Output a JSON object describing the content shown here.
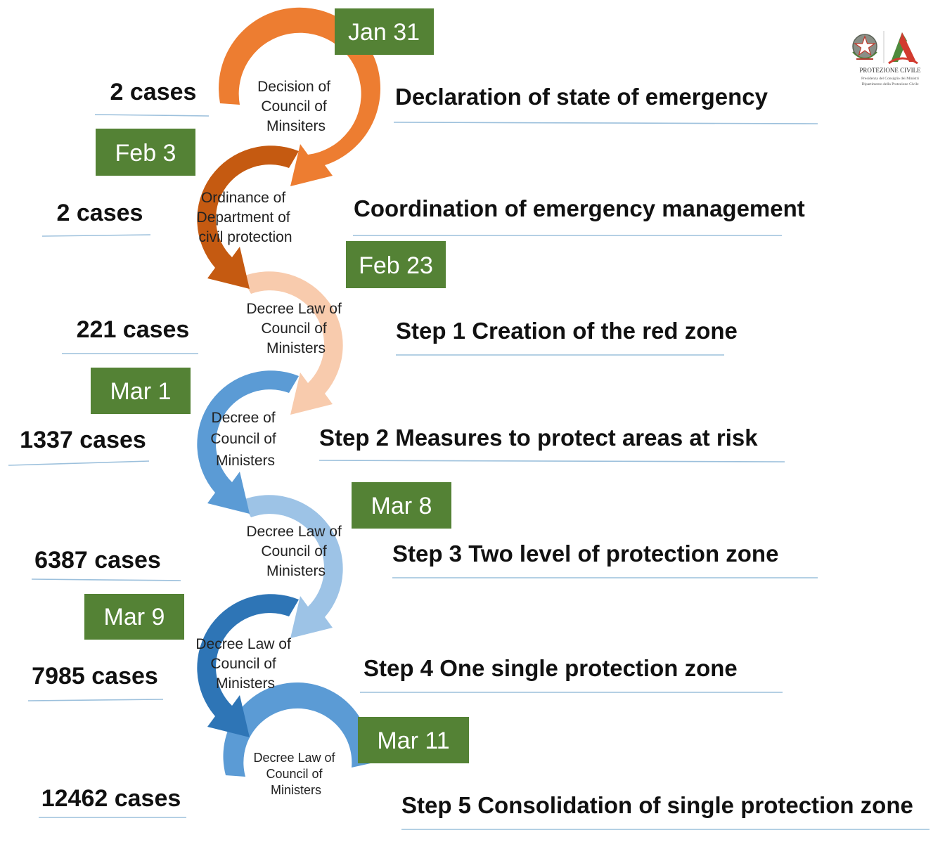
{
  "logo": {
    "caption": "PROTEZIONE CIVILE",
    "sub_line_1": "Presidenza del Consiglio dei Ministri",
    "sub_line_2": "Dipartimento della Protezione Civile"
  },
  "steps": [
    {
      "date": "Jan 31",
      "cases": "2 cases",
      "inner": [
        "Decision of",
        "Council of",
        "Minsiters"
      ],
      "title": "Declaration of state of emergency",
      "color": "#ED7D31"
    },
    {
      "date": "Feb 3",
      "cases": "2 cases",
      "inner": [
        "Ordinance of",
        "Department of",
        "civil protection"
      ],
      "title": "Coordination of emergency management",
      "color": "#C55A11"
    },
    {
      "date": "Feb 23",
      "cases": "221 cases",
      "inner": [
        "Decree Law of",
        "Council of",
        "Ministers"
      ],
      "title": "Step 1 Creation of the red zone",
      "color": "#F8CBAD"
    },
    {
      "date": "Mar 1",
      "cases": "1337 cases",
      "inner": [
        "Decree of",
        "Council of",
        "Ministers"
      ],
      "title": "Step 2 Measures to protect  areas at risk",
      "color": "#5B9BD5"
    },
    {
      "date": "Mar  8",
      "cases": "6387 cases",
      "inner": [
        "Decree Law of",
        "Council of",
        "Ministers"
      ],
      "title": "Step 3 Two level of protection zone",
      "color": "#9DC3E6"
    },
    {
      "date": "Mar 9",
      "cases": "7985 cases",
      "inner": [
        "Decree Law of",
        "Council of",
        "Ministers"
      ],
      "title": "Step 4 One single protection zone",
      "color": "#2E75B6"
    },
    {
      "date": "Mar 11",
      "cases": "12462 cases",
      "inner": [
        "Decree Law of",
        "Council of",
        "Ministers"
      ],
      "title": "Step 5 Consolidation of single protection zone",
      "color": "#5B9BD5"
    }
  ]
}
